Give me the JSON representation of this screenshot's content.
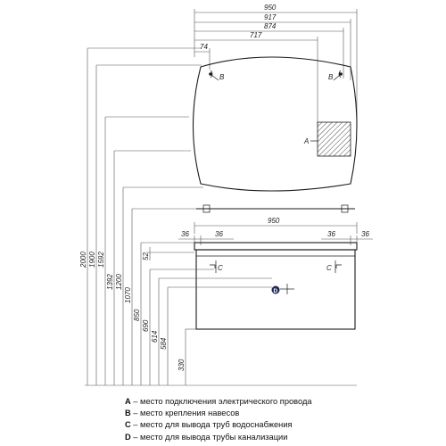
{
  "dimensions": {
    "top_widths": [
      "950",
      "917",
      "874",
      "717",
      "74"
    ],
    "heights": [
      "2000",
      "1900",
      "1592",
      "1392",
      "1200",
      "1070",
      "850",
      "690",
      "614",
      "584",
      "330"
    ],
    "small_vertical": "52",
    "cabinet_width": "950",
    "left_offsets": [
      "36",
      "36"
    ],
    "right_offsets": [
      "36",
      "36"
    ]
  },
  "markers": {
    "a": "A",
    "b_left": "B",
    "b_right": "B",
    "c": "C",
    "d": "D"
  },
  "legend": [
    {
      "key": "A",
      "text": " – место подключения электрического провода"
    },
    {
      "key": "B",
      "text": " – место крепления навесов"
    },
    {
      "key": "C",
      "text": " – место для вывода труб водоснабжения"
    },
    {
      "key": "D",
      "text": " – место для вывода трубы канализации"
    }
  ]
}
